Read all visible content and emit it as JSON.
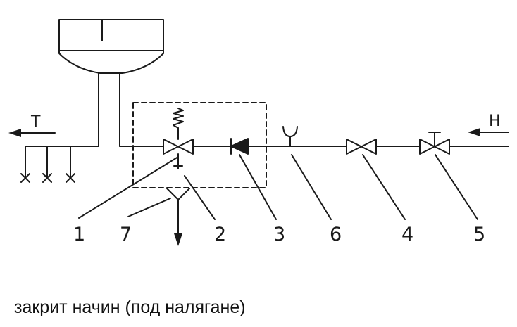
{
  "diagram": {
    "labels": {
      "item_1": "1",
      "item_2": "2",
      "item_3": "3",
      "item_4": "4",
      "item_5": "5",
      "item_6": "6",
      "item_7": "7"
    },
    "flow_out_label": "T",
    "flow_in_label": "H"
  },
  "caption": "закрит начин (под налягане)",
  "colors": {
    "line": "#1a1a1a",
    "background": "#ffffff"
  }
}
